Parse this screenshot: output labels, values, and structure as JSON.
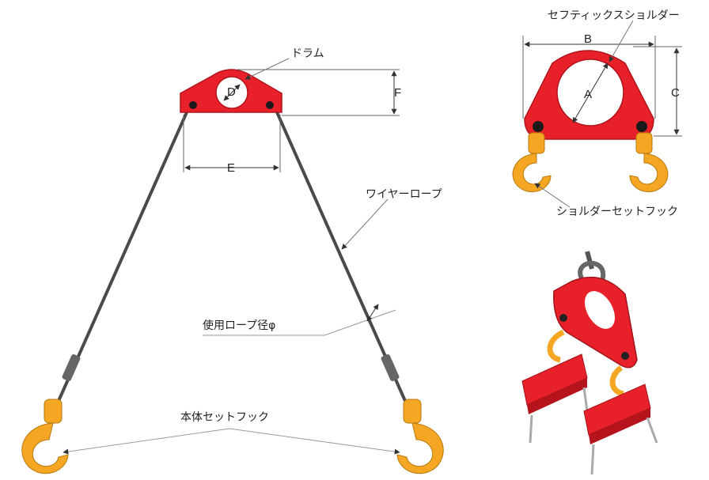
{
  "labels": {
    "drum": "ドラム",
    "wire_rope": "ワイヤーロープ",
    "rope_diameter": "使用ロープ径φ",
    "body_set_hook": "本体セットフック",
    "safetix_shoulder": "セフティックスショルダー",
    "shoulder_set_hook": "ショルダーセットフック"
  },
  "dimensions": {
    "a": "A",
    "b": "B",
    "c": "C",
    "d": "D",
    "e": "E",
    "f": "F"
  },
  "colors": {
    "body_red": "#e8202a",
    "hook_yellow": "#f5a623",
    "rope_gray": "#555555",
    "line_gray": "#888888"
  }
}
